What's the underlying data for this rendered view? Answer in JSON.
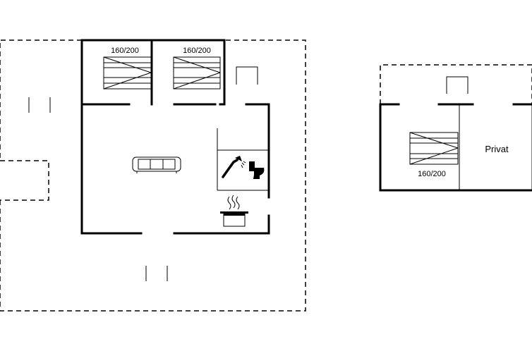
{
  "plan": {
    "bed_labels": [
      "160/200",
      "160/200",
      "160/200"
    ],
    "room_labels": [
      "Privat"
    ],
    "icons": [
      "bed-icon",
      "sofa-icon",
      "shower-icon",
      "toilet-icon",
      "cooking-pot-icon"
    ]
  }
}
